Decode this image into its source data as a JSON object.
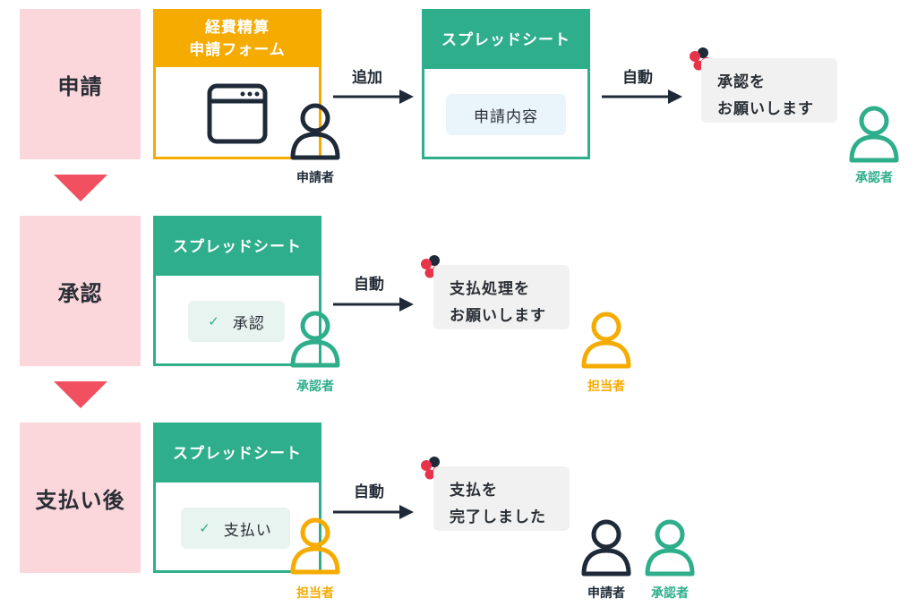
{
  "stages": [
    {
      "label": "申請"
    },
    {
      "label": "承認"
    },
    {
      "label": "支払い後"
    }
  ],
  "row1": {
    "form_header": "経費精算\n申請フォーム",
    "arrow1_label": "追加",
    "sheet_header": "スプレッドシート",
    "sheet_pill": "申請内容",
    "arrow2_label": "自動",
    "bubble": "承認を\nお願いします",
    "person_left": "申請者",
    "person_right": "承認者"
  },
  "row2": {
    "sheet_header": "スプレッドシート",
    "pill_label": "承認",
    "arrow_label": "自動",
    "bubble": "支払処理を\nお願いします",
    "person_left": "承認者",
    "person_right": "担当者"
  },
  "row3": {
    "sheet_header": "スプレッドシート",
    "pill_label": "支払い",
    "arrow_label": "自動",
    "bubble": "支払を\n完了しました",
    "person_left": "担当者",
    "person_right1": "申請者",
    "person_right2": "承認者"
  },
  "colors": {
    "green": "#2fae8c",
    "orange": "#f5ab00",
    "dark": "#1e2a38",
    "pink": "#fbd7dc",
    "red": "#f0505f"
  },
  "icons": {
    "check": "✓"
  }
}
